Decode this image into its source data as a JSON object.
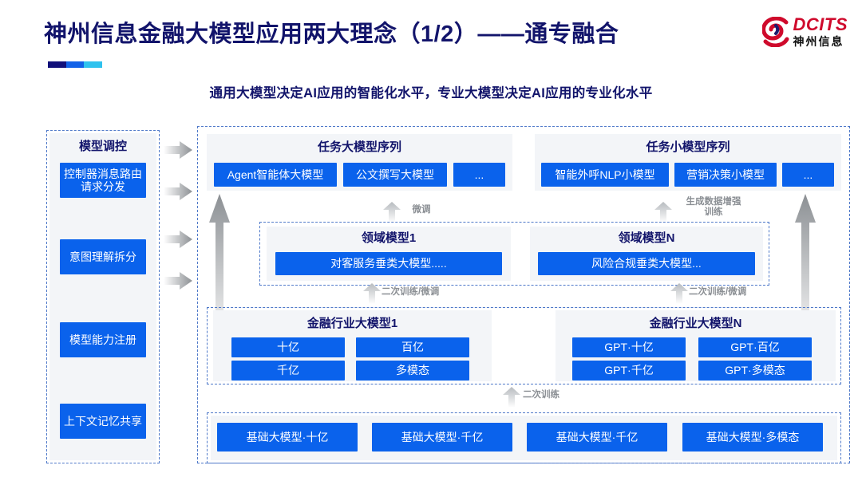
{
  "header": {
    "title": "神州信息金融大模型应用两大理念（1/2）——通专融合",
    "subtitle": "通用大模型决定AI应用的智能化水平，专业大模型决定AI应用的专业化水平",
    "logo_en": "DCITS",
    "logo_cn": "神州信息",
    "accent_navy": "#12146b",
    "accent_blue": "#0a62ec",
    "accent_red": "#cf0a2c"
  },
  "control_column": {
    "title": "模型调控",
    "items": [
      {
        "label": "控制器消息路由请求分发"
      },
      {
        "label": "意图理解拆分"
      },
      {
        "label": "模型能力注册"
      },
      {
        "label": "上下文记忆共享"
      }
    ]
  },
  "task_big": {
    "title": "任务大模型序列",
    "chips": [
      "Agent智能体大模型",
      "公文撰写大模型",
      "..."
    ]
  },
  "task_small": {
    "title": "任务小模型序列",
    "chips": [
      "智能外呼NLP小模型",
      "营销决策小模型",
      "..."
    ]
  },
  "domain_models": [
    {
      "title": "领域模型1",
      "box": "对客服务垂类大模型....."
    },
    {
      "title": "领域模型N",
      "box": "风险合规垂类大模型..."
    }
  ],
  "industry_models": [
    {
      "title": "金融行业大模型1",
      "chips": [
        "十亿",
        "百亿",
        "千亿",
        "多模态"
      ]
    },
    {
      "title": "金融行业大模型N",
      "chips": [
        "GPT·十亿",
        "GPT·百亿",
        "GPT·千亿",
        "GPT·多模态"
      ]
    }
  ],
  "base_models": {
    "chips": [
      "基础大模型·十亿",
      "基础大模型·千亿",
      "基础大模型·千亿",
      "基础大模型·多模态"
    ]
  },
  "arrow_labels": {
    "finetune": "微调",
    "gen_data_aug": "生成数据增强\n训练",
    "retrain_finetune_left": "二次训练/微调",
    "retrain_finetune_right": "二次训练/微调",
    "retrain": "二次训练"
  }
}
